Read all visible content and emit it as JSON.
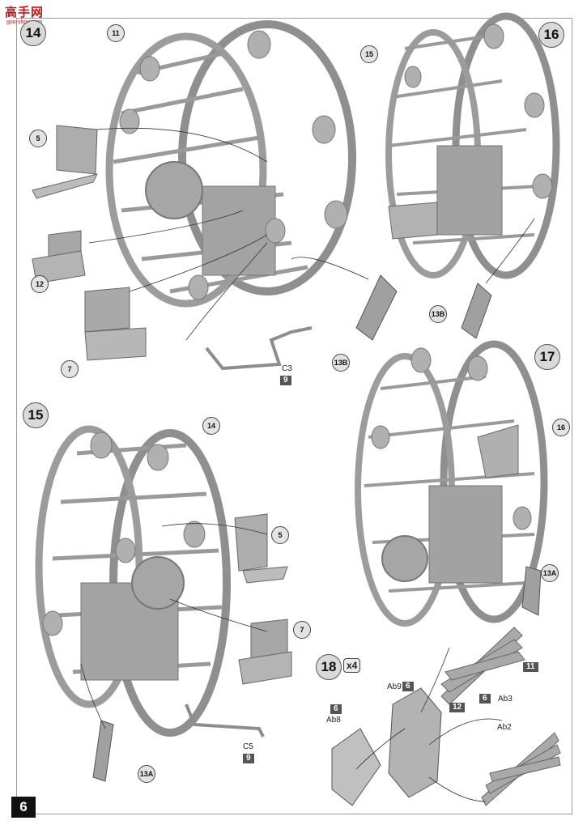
{
  "watermark": {
    "title": "高手网",
    "subtitle": "goo-shou.com"
  },
  "page_number": "6",
  "steps": [
    {
      "id": "s14",
      "number": "14"
    },
    {
      "id": "s15",
      "number": "15"
    },
    {
      "id": "s16",
      "number": "16"
    },
    {
      "id": "s17",
      "number": "17"
    },
    {
      "id": "s18",
      "number": "18",
      "multiplier": "x4"
    }
  ],
  "callouts": {
    "c11": "11",
    "c5a": "5",
    "c12": "12",
    "c7a": "7",
    "c13b1": "13B",
    "c15": "15",
    "c13b2": "13B",
    "c14": "14",
    "c5b": "5",
    "c7b": "7",
    "c13a1": "13A",
    "c16": "16",
    "c13a2": "13A"
  },
  "labels": {
    "c3": "C3",
    "c5": "C5",
    "ab9": "Ab9",
    "ab8": "Ab8",
    "ab3": "Ab3",
    "ab2": "Ab2"
  },
  "boxes": {
    "b9a": "9",
    "b9b": "9",
    "b6a": "6",
    "b6b": "6",
    "b6c": "6",
    "b11": "11",
    "b12": "12"
  },
  "colors": {
    "part": "#a9a9a9",
    "part_dark": "#7d7d7d",
    "line": "#333333",
    "frame": "#9a9a9a"
  }
}
